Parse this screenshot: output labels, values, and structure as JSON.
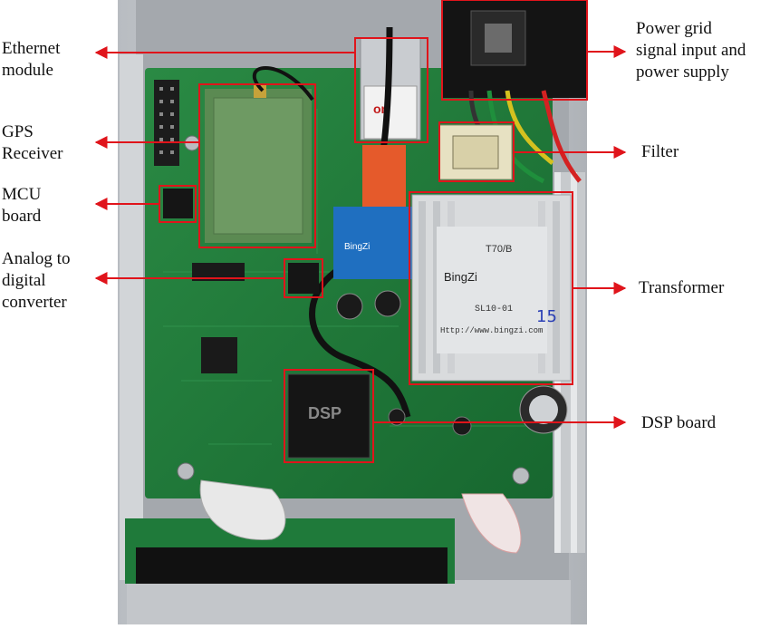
{
  "labels": {
    "ethernet": [
      "Ethernet",
      "module"
    ],
    "gps": [
      "GPS",
      "Receiver"
    ],
    "mcu": [
      "MCU",
      "board"
    ],
    "adc": [
      "Analog to",
      "digital",
      "converter"
    ],
    "power": [
      "Power grid",
      "signal input and",
      "power supply"
    ],
    "filter": [
      "Filter"
    ],
    "transformer": [
      "Transformer"
    ],
    "dsp": [
      "DSP board"
    ]
  },
  "chip_text": {
    "ethernet_port": "ort",
    "transformer_brand": "BingZi",
    "transformer_model": "T70/B",
    "transformer_code": "SL10-01",
    "transformer_url": "Http://www.bingzi.com",
    "transformer_handwritten": "15",
    "relay_brand": "BingZi",
    "dsp_chip": "DSP"
  },
  "colors": {
    "annotation": "#e0141b",
    "pcb": "#1f7a3a",
    "enclosure": "#c9ccd0"
  }
}
